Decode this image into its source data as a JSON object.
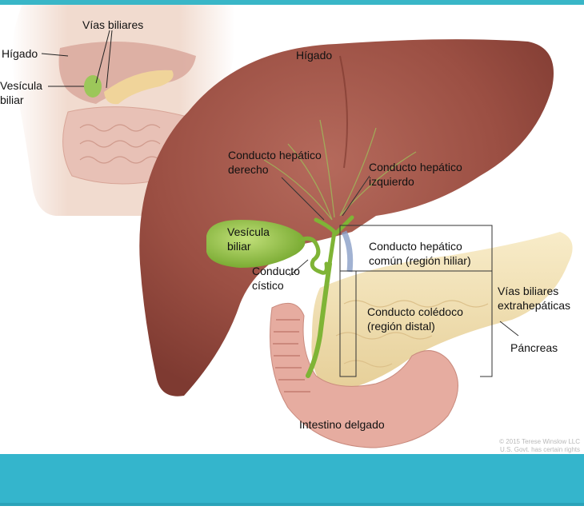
{
  "labels": {
    "inset_liver": "Hígado",
    "inset_bile_ducts": "Vías biliares",
    "inset_gallbladder_line1": "Vesícula",
    "inset_gallbladder_line2": "biliar",
    "liver": "Hígado",
    "right_hepatic_line1": "Conducto hepático",
    "right_hepatic_line2": "derecho",
    "left_hepatic_line1": "Conducto hepático",
    "left_hepatic_line2": "izquierdo",
    "gallbladder_line1": "Vesícula",
    "gallbladder_line2": "biliar",
    "common_hepatic_line1": "Conducto hepático",
    "common_hepatic_line2": "común (región hiliar)",
    "cystic_line1": "Conducto",
    "cystic_line2": "cístico",
    "extrahepatic_line1": "Vías biliares",
    "extrahepatic_line2": "extrahepáticas",
    "common_bile_line1": "Conducto colédoco",
    "common_bile_line2": "(región distal)",
    "pancreas": "Páncreas",
    "small_intestine": "Intestino delgado"
  },
  "copyright": "© 2015 Terese Winslow LLC\nU.S. Govt. has certain rights",
  "colors": {
    "banner": "#34b5cc",
    "liver": "#9b4f43",
    "gallbladder": "#8fc23c",
    "pancreas": "#f3e2b6",
    "intestine": "#e8b0a4",
    "skin": "#f0d9cc"
  }
}
